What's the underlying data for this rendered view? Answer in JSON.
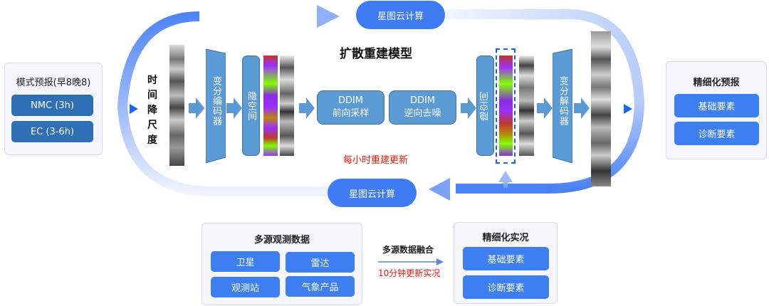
{
  "colors": {
    "accent_blue": "#3f7cf3",
    "dark_button": "#2f6fb5",
    "shape_fill": "#5b9bd5",
    "red_note": "#e8190e",
    "play_marker": "#1769e6"
  },
  "left_panel": {
    "title": "模式预报(早8晚8)",
    "items": [
      "NMC (3h)",
      "EC (3-6h)"
    ]
  },
  "right_panel": {
    "title": "精细化预报",
    "items": [
      "基础要素",
      "诊断要素"
    ]
  },
  "loop": {
    "top_pill": "星图云计算",
    "bottom_pill": "星图云计算"
  },
  "model": {
    "title": "扩散重建模型",
    "time_label": [
      "时",
      "间",
      "降",
      "尺",
      "度"
    ],
    "encoder": "变分编码器",
    "latent_in": "隐空间",
    "ddim_forward": {
      "line1": "DDIM",
      "line2": "前向采样"
    },
    "ddim_reverse": {
      "line1": "DDIM",
      "line2": "逆向去噪"
    },
    "latent_out": "隐空间",
    "decoder": "变分解码器",
    "update_note": "每小时重建更新"
  },
  "observation_panel": {
    "title": "多源观测数据",
    "items": [
      "卫星",
      "雷达",
      "观测站",
      "气象产品"
    ]
  },
  "fusion": {
    "label": "多源数据融合",
    "note": "10分钟更新实况"
  },
  "nowcast_panel": {
    "title": "精细化实况",
    "items": [
      "基础要素",
      "诊断要素"
    ]
  }
}
